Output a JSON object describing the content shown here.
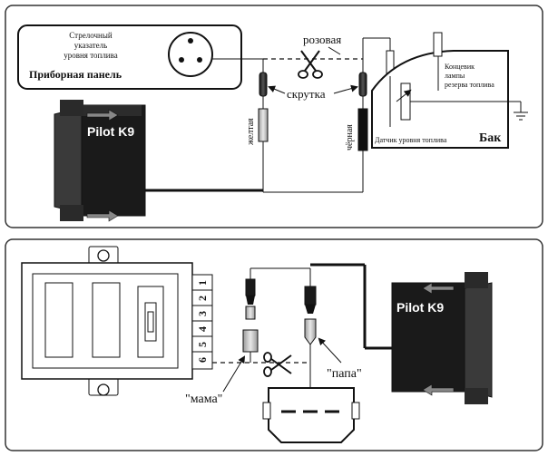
{
  "top_panel": {
    "instrument": {
      "gauge_text_lines": [
        "Стрелочный",
        "указатель",
        "уровня топлива"
      ],
      "title": "Приборная панель"
    },
    "wires": {
      "pink_label": "розовая",
      "twist_label": "скрутка",
      "yellow_label": "желтая",
      "black_label": "чёрная"
    },
    "device_label": "Pilot K9",
    "tank": {
      "title": "Бак",
      "switch_label_lines": [
        "Концевик",
        "лампы",
        "резерва топлива"
      ],
      "sensor_label": "Датчик уровня топлива"
    }
  },
  "bottom_panel": {
    "pin_numbers": [
      "1",
      "2",
      "3",
      "4",
      "5",
      "6"
    ],
    "device_label": "Pilot K9",
    "female_label": "\"мама\"",
    "male_label": "\"папа\""
  },
  "colors": {
    "outline": "#222222",
    "panel_border": "#333333",
    "device_body": "#1a1a1a",
    "device_side": "#3a3a3a",
    "connector_gray": "#cfcfcf",
    "wire_gray": "#9a9a9a"
  }
}
